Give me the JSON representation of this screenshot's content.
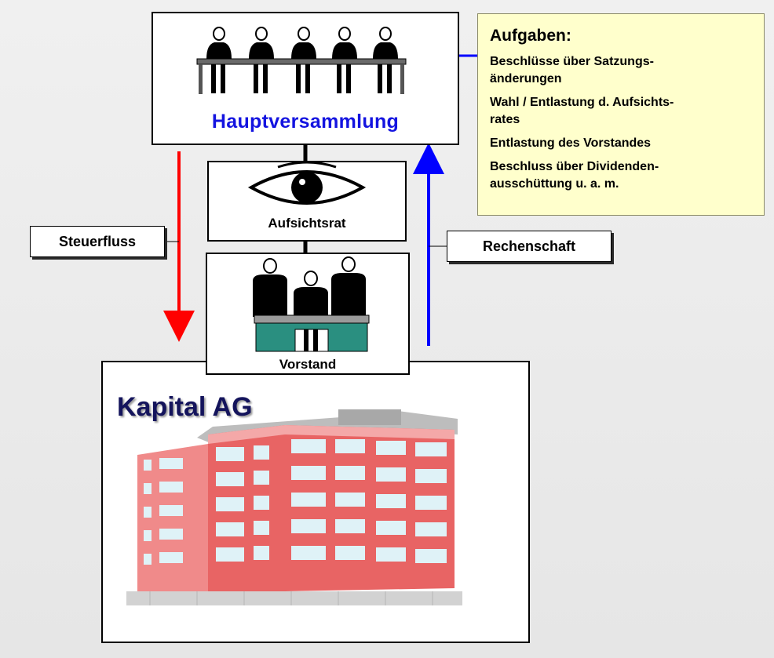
{
  "nodes": {
    "hauptversammlung": "Hauptversammlung",
    "aufsichtsrat": "Aufsichtsrat",
    "vorstand": "Vorstand",
    "kapital": "Kapital AG"
  },
  "flows": {
    "steuerfluss": "Steuerfluss",
    "rechenschaft": "Rechenschaft"
  },
  "aufgaben": {
    "title": "Aufgaben:",
    "lines": [
      "Beschlüsse über Satzungs-",
      "änderungen",
      "Wahl / Entlastung d. Aufsichts-",
      "rates",
      "Entlastung des Vorstandes",
      "Beschluss  über Dividenden-",
      "ausschüttung u. a. m."
    ]
  },
  "colors": {
    "hauptversammlung_text": "#1414e0",
    "steuerfluss_arrow": "#ff0000",
    "rechenschaft_arrow": "#0000ff",
    "aufgaben_background": "#ffffcc",
    "kapital_text": "#14145c",
    "building": "#e86464",
    "desk": "#2a8f80"
  },
  "icons": {
    "hauptversammlung": "assembly-people-icon",
    "aufsichtsrat": "eye-icon",
    "vorstand": "board-members-icon",
    "kapital": "office-building-icon"
  }
}
